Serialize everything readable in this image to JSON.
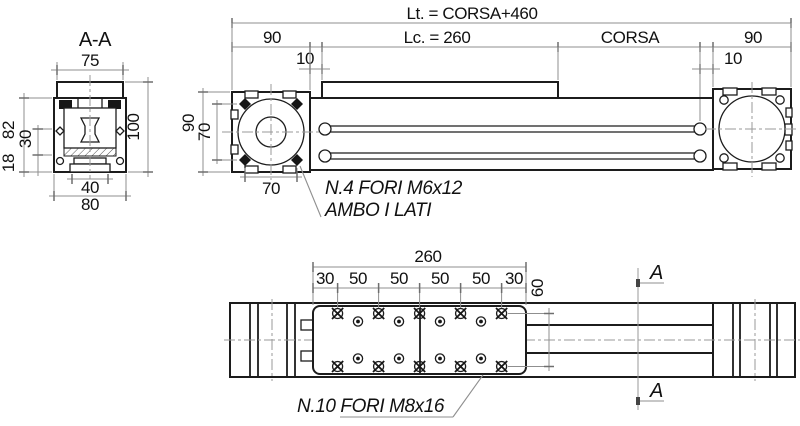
{
  "drawing": {
    "section_view": {
      "title": "A-A",
      "dim_top_width": "75",
      "dim_total_height": "100",
      "dim_body_height": "82",
      "dim_mid_height": "30",
      "dim_low_height": "18",
      "dim_slot_width": "40",
      "dim_base_width": "80"
    },
    "side_view": {
      "dim_total_length": "Lt. = CORSA+460",
      "dim_carriage_length": "Lc. = 260",
      "dim_stroke": "CORSA",
      "dim_end_left": "90",
      "dim_end_right": "90",
      "dim_offset_left": "10",
      "dim_offset_right": "10",
      "dim_block_height": "90",
      "dim_hole_span_vertical": "70",
      "dim_hole_span_horizontal": "70",
      "note_line1": "N.4 FORI M6x12",
      "note_line2": "AMBO I LATI"
    },
    "top_view": {
      "dim_plate_length": "260",
      "spacings": [
        "30",
        "50",
        "50",
        "50",
        "50",
        "30"
      ],
      "dim_row_spacing": "60",
      "section_label": "A",
      "note": "N.10 FORI M8x16"
    },
    "colors": {
      "object_line": "#1c1c1c",
      "dimension_line": "#8f8f8f",
      "text": "#111111",
      "background": "#ffffff"
    }
  }
}
